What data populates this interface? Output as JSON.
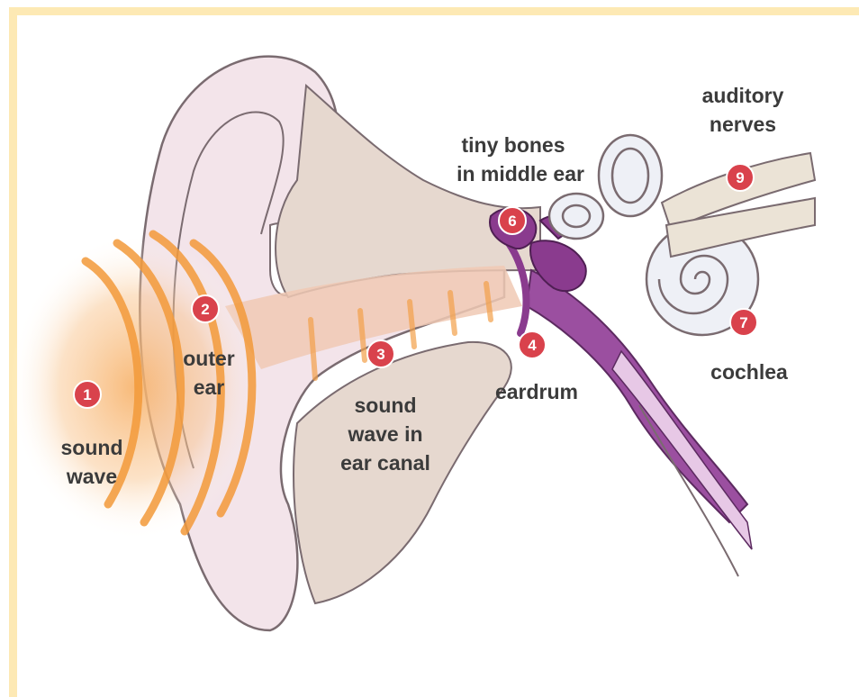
{
  "colors": {
    "frame": "#fde9b4",
    "skin": "#f3e4ea",
    "skin_outline": "#7a6b70",
    "bone": "#e6d8cf",
    "canal": "#f0c9b4",
    "wave": "#f39a3a",
    "ossicles": "#8a3b8e",
    "tube": "#9b4fa0",
    "marker": "#d9424c",
    "label": "#3b3b3b"
  },
  "labels": {
    "sound_wave_1": "sound",
    "sound_wave_2": "wave",
    "outer_ear_1": "outer",
    "outer_ear_2": "ear",
    "ear_canal_1": "sound",
    "ear_canal_2": "wave in",
    "ear_canal_3": "ear canal",
    "eardrum": "eardrum",
    "tiny_bones_1": "tiny bones",
    "tiny_bones_2": "in middle ear",
    "cochlea": "cochlea",
    "auditory_1": "auditory",
    "auditory_2": "nerves"
  },
  "markers": {
    "m1": "1",
    "m2": "2",
    "m3": "3",
    "m4": "4",
    "m6": "6",
    "m7": "7",
    "m9": "9"
  }
}
